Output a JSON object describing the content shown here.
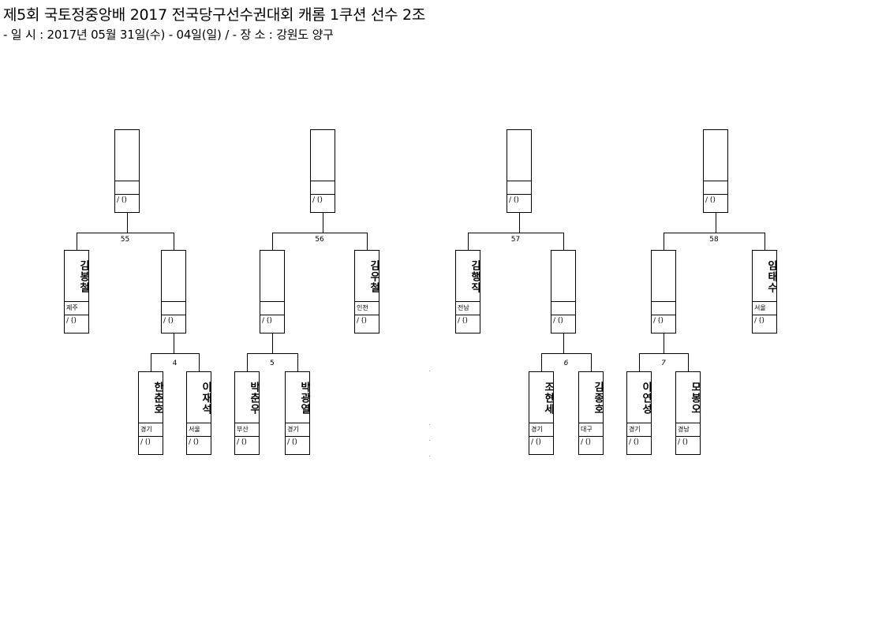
{
  "header": {
    "title": "제5회 국토정중앙배 2017 전국당구선수권대회 캐롬 1쿠션 선수 2조",
    "subtitle": "- 일 시 : 2017년 05월 31일(수) - 04일(일) / - 장 소 : 강원도 양구"
  },
  "score_placeholder": "/ ()",
  "top_slots": [
    {
      "name": "",
      "region": ""
    },
    {
      "name": "",
      "region": ""
    },
    {
      "name": "",
      "region": ""
    },
    {
      "name": "",
      "region": ""
    }
  ],
  "matches": [
    "55",
    "56",
    "57",
    "58",
    "4",
    "5",
    "6",
    "7"
  ],
  "second_round": [
    {
      "name": "김봉철",
      "region": "제주"
    },
    {
      "name": "",
      "region": ""
    },
    {
      "name": "",
      "region": ""
    },
    {
      "name": "김우철",
      "region": "인천"
    },
    {
      "name": "김행직",
      "region": "전남"
    },
    {
      "name": "",
      "region": ""
    },
    {
      "name": "",
      "region": ""
    },
    {
      "name": "임태수",
      "region": "서울"
    }
  ],
  "first_round": [
    {
      "name": "한춘호",
      "region": "경기"
    },
    {
      "name": "이재석",
      "region": "서울"
    },
    {
      "name": "박춘우",
      "region": "부산"
    },
    {
      "name": "박광열",
      "region": "경기"
    },
    {
      "name": "조현세",
      "region": "경기"
    },
    {
      "name": "김종호",
      "region": "대구"
    },
    {
      "name": "이연성",
      "region": "경기"
    },
    {
      "name": "모봉오",
      "region": "경남"
    }
  ]
}
